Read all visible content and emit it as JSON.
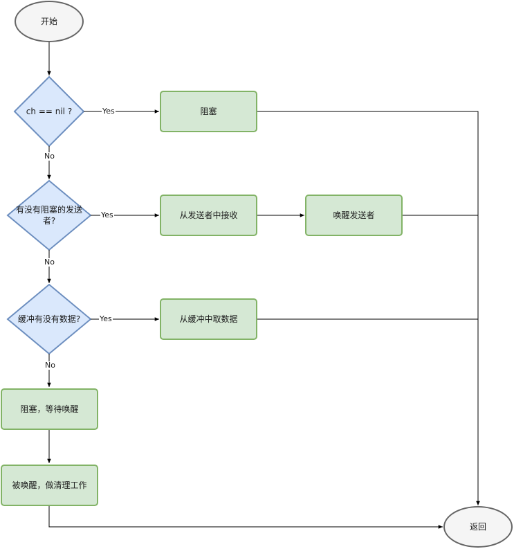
{
  "nodes": {
    "start": "开始",
    "check_nil": "ch == nil ?",
    "check_sender": "有没有阻塞的发送者?",
    "check_buffer": "缓冲有没有数据?",
    "block": "阻塞",
    "recv_from_sender": "从发送者中接收",
    "wake_sender": "唤醒发送者",
    "recv_from_buffer": "从缓冲中取数据",
    "block_wait": "阻塞，等待唤醒",
    "woken_cleanup": "被唤醒，做清理工作",
    "return": "返回"
  },
  "edge_labels": {
    "yes": "Yes",
    "no": "No"
  },
  "colors": {
    "process_fill": "#d5e8d4",
    "process_stroke": "#82b366",
    "decision_fill": "#dae8fc",
    "decision_stroke": "#6c8ebf",
    "terminal_fill": "#f5f5f5",
    "terminal_stroke": "#666666",
    "edge": "#000000"
  }
}
